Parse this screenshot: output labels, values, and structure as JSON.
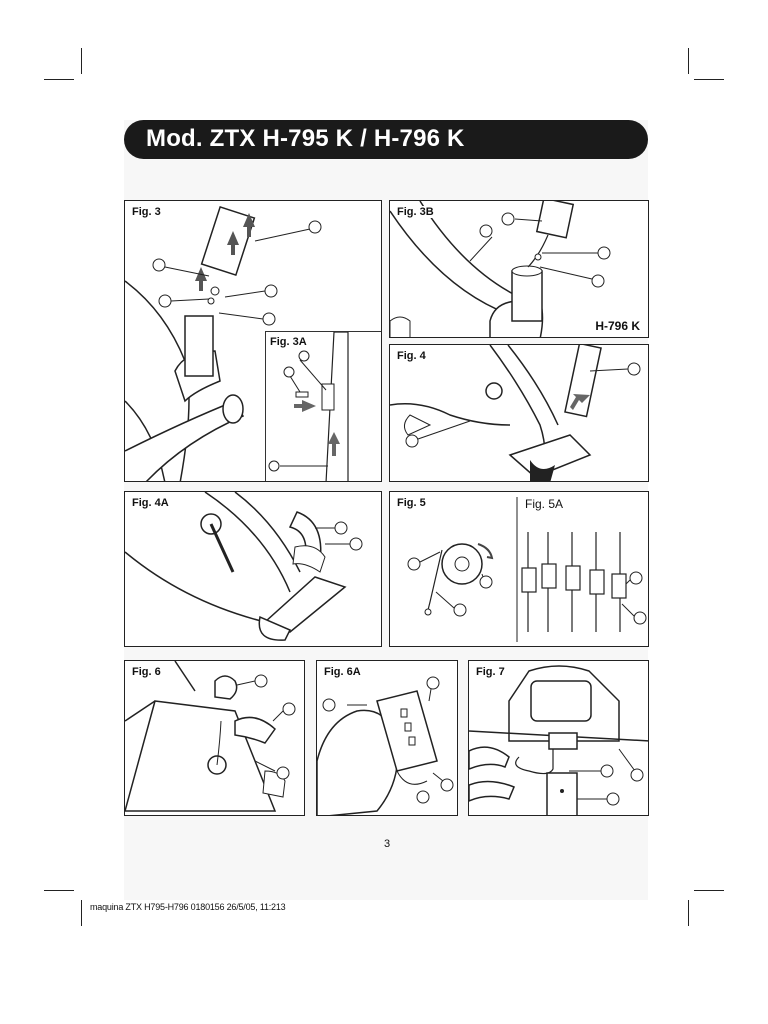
{
  "header": {
    "title": "Mod. ZTX H-795 K / H-796 K"
  },
  "figures": {
    "fig3": "Fig. 3",
    "fig3a": "Fig. 3A",
    "fig3b": "Fig. 3B",
    "fig3b_model": "H-796 K",
    "fig4": "Fig. 4",
    "fig4a": "Fig. 4A",
    "fig5": "Fig. 5",
    "fig5a": "Fig. 5A",
    "fig6": "Fig. 6",
    "fig6a": "Fig. 6A",
    "fig7": "Fig. 7"
  },
  "page_number": "3",
  "footer": {
    "print_info": "maquina ZTX H795-H796 0180156  26/5/05, 11:213"
  }
}
